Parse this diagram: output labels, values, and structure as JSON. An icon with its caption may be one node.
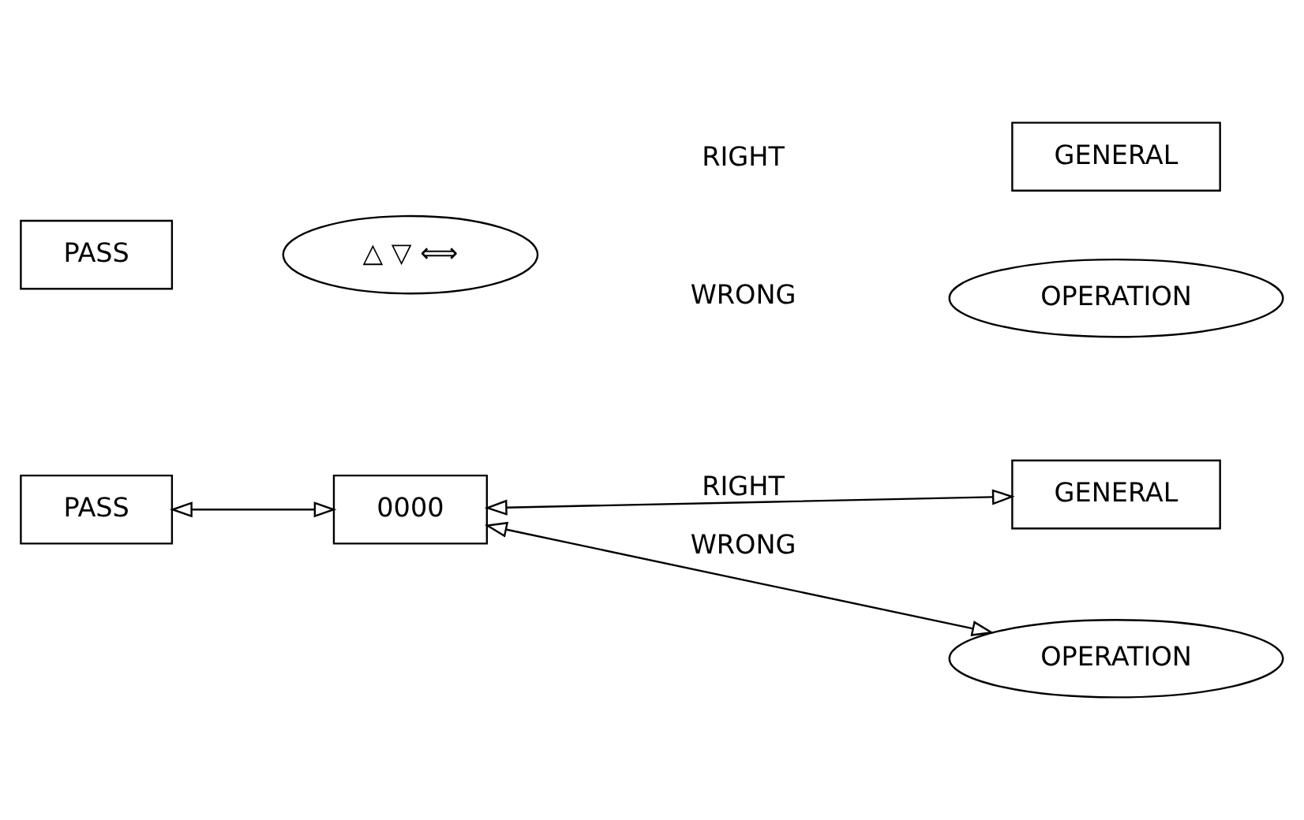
{
  "diagram": {
    "nodes": [
      {
        "text": [
          "PASS"
        ]
      },
      {
        "text": [
          "△ ▽ ⟺"
        ]
      },
      {
        "text": [
          "GENERAL"
        ]
      },
      {
        "text": [
          "OPERATION"
        ]
      },
      {
        "text": [
          "PASS"
        ]
      },
      {
        "text": [
          "0000"
        ]
      },
      {
        "text": [
          "GENERAL"
        ]
      },
      {
        "text": [
          "OPERATION"
        ]
      }
    ],
    "edges": [
      {
        "from": 4,
        "to": 5,
        "arrow": "both"
      },
      {
        "from": 5,
        "to": 6,
        "arrow": "both",
        "label": "RIGHT"
      },
      {
        "from": 5,
        "to": 7,
        "arrow": "both",
        "label": "WRONG"
      }
    ],
    "labels": [
      "RIGHT",
      "WRONG"
    ]
  }
}
